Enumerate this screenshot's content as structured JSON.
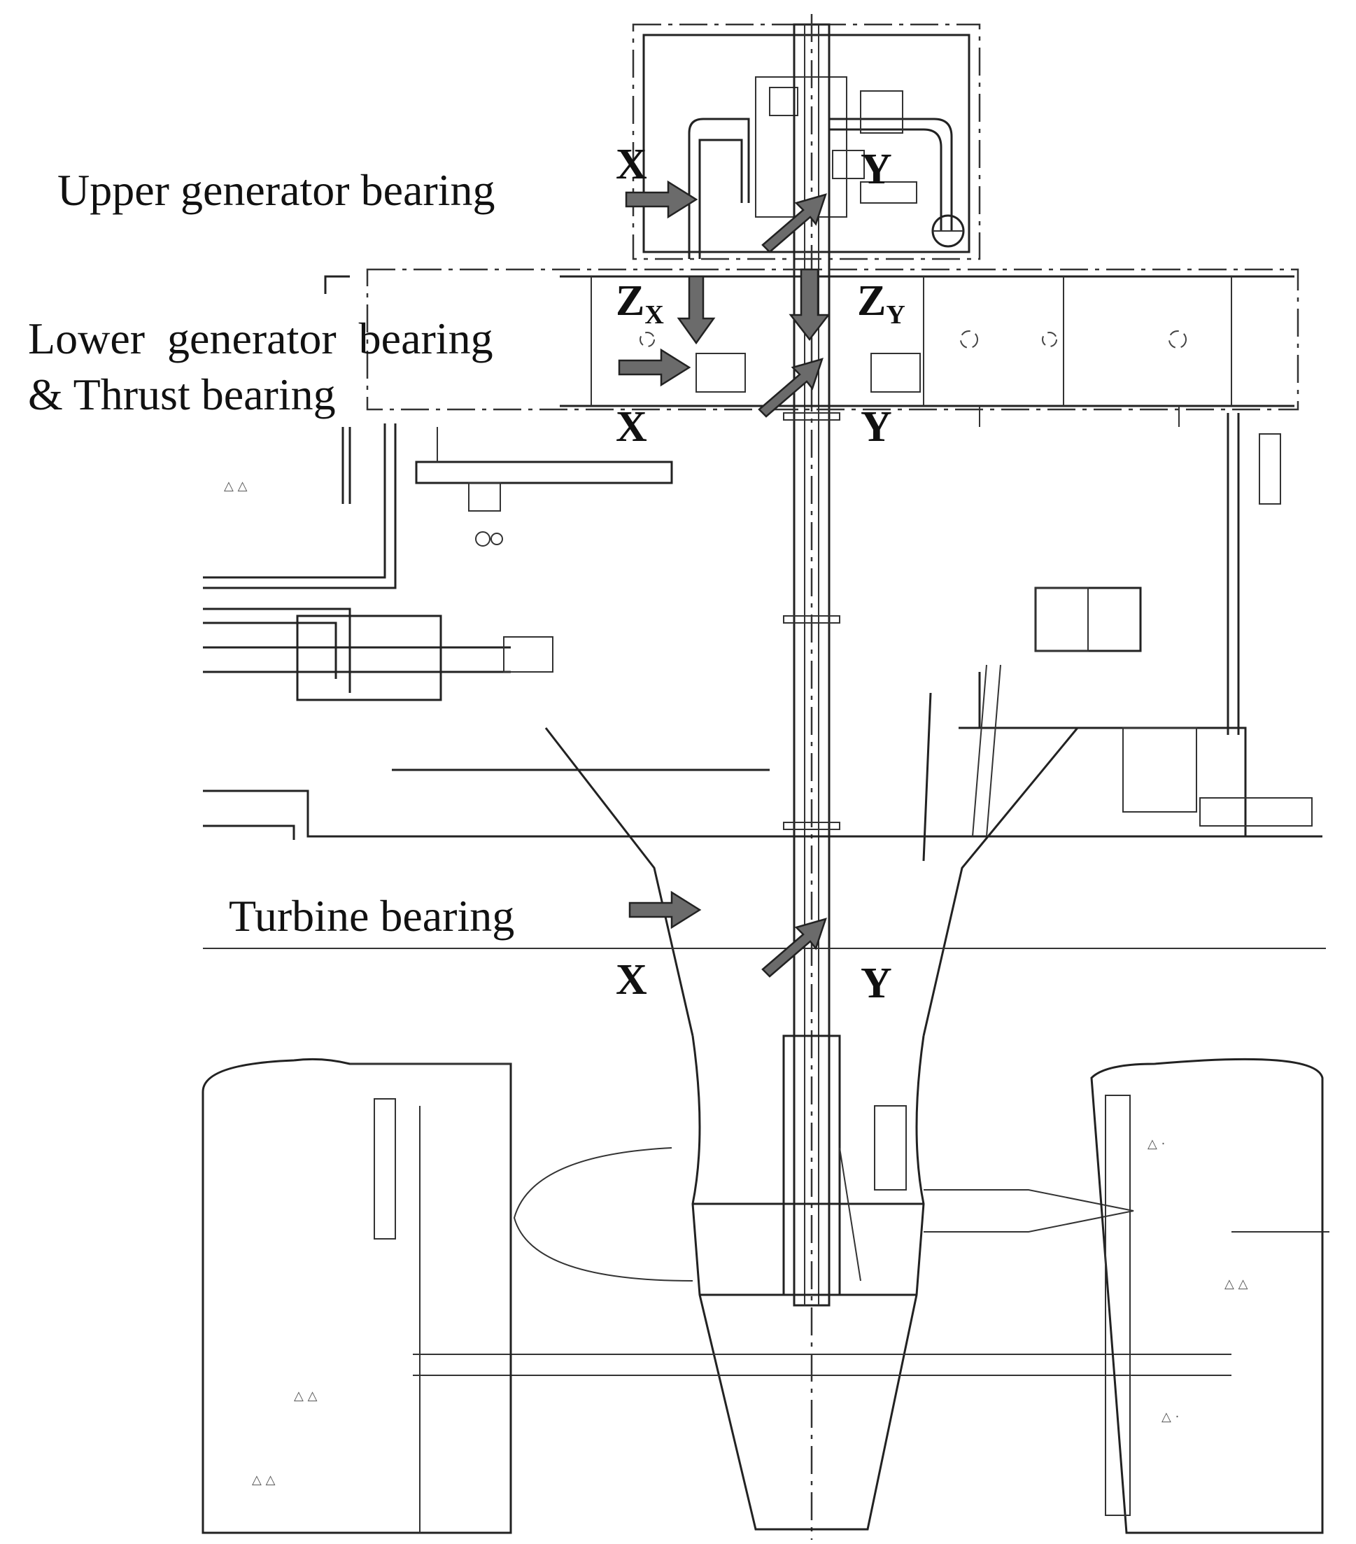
{
  "labels": {
    "upper_bearing": "Upper generator bearing",
    "lower_bearing_line1": "Lower  generator  bearing",
    "lower_bearing_line2": "& Thrust bearing",
    "turbine_bearing": "Turbine bearing"
  },
  "axes": {
    "x": "X",
    "y": "Y",
    "z": "Z",
    "z_sub_x": "X",
    "z_sub_y": "Y"
  },
  "colors": {
    "arrow_fill": "#6b6b6b",
    "line": "#222222",
    "background": "#ffffff"
  }
}
